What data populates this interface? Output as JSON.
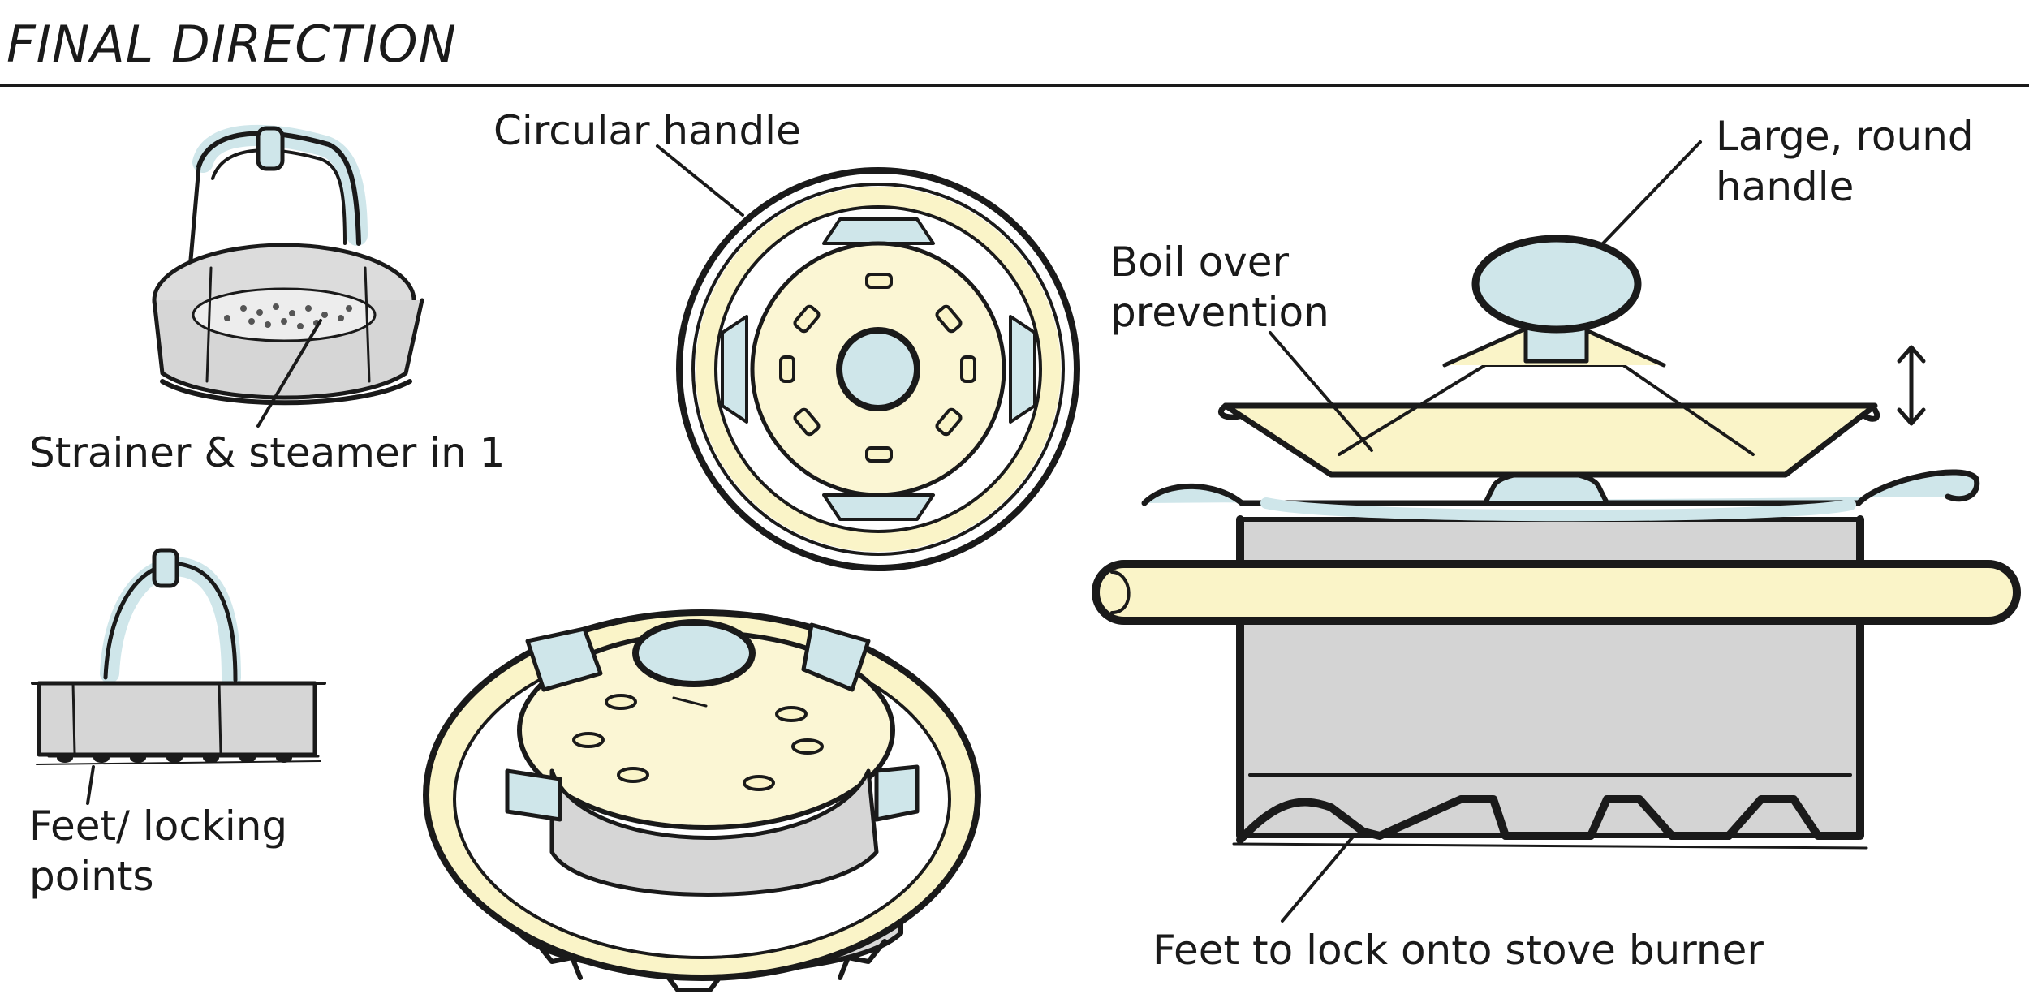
{
  "title": "FINAL DIRECTION",
  "labels": {
    "strainer": "Strainer & steamer in 1",
    "feet_locking": "Feet/ locking\npoints",
    "circular_handle": "Circular handle",
    "large_handle": "Large, round\nhandle",
    "boil_over": "Boil over\nprevention",
    "feet_stove": "Feet to lock onto stove burner"
  },
  "colors": {
    "ink": "#1a1a1a",
    "blue_wash": "#cfe6ea",
    "yellow_wash": "#faf4c8",
    "grey_wash": "#d4d4d4"
  }
}
